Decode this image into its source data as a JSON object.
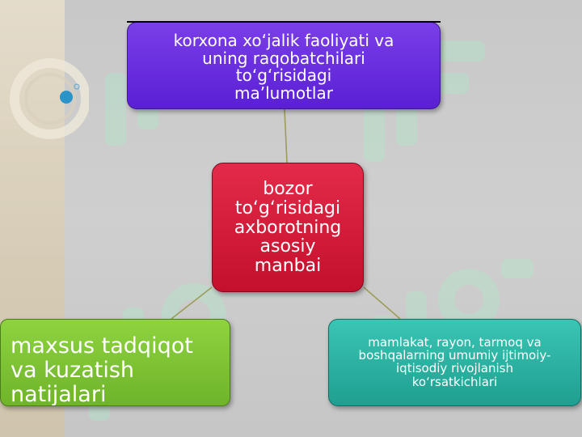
{
  "diagram": {
    "central_node": {
      "label": "bozor\nto‘g‘risidagi\naxborotning\nasosiy\nmanbai",
      "color": "#d21a38"
    },
    "nodes": [
      {
        "id": "top",
        "label": "korxona xo‘jalik faoliyati va\nuning  raqobatchilari\nto‘g‘risidagi\nma’lumotlar",
        "color": "#6a2be0"
      },
      {
        "id": "left",
        "label": "maxsus tadqiqot\n va  kuzatish\n natijalari",
        "color": "#7ec235"
      },
      {
        "id": "right",
        "label": "mamlakat, rayon, tarmoq va\nboshqalarning umumiy ijtimoiy-\niqtisodiy rivojlanish\nko‘rsatkichlari",
        "color": "#2ab3a3"
      }
    ],
    "connector_color": "#9c9c5a"
  }
}
